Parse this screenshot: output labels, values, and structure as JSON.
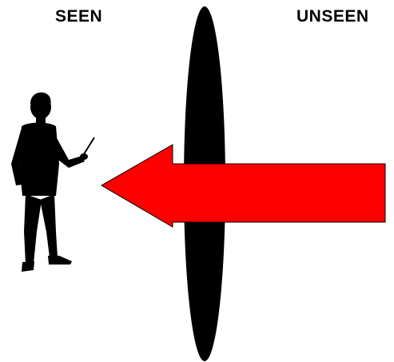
{
  "labels": {
    "left": "SEEN",
    "right": "UNSEEN"
  },
  "colors": {
    "arrow": "#ff0000",
    "barrier": "#000000",
    "figure": "#000000",
    "background": "#ffffff"
  },
  "icons": {
    "figure": "presenter-silhouette-icon",
    "barrier": "vertical-ellipse-barrier",
    "arrow": "left-arrow"
  }
}
